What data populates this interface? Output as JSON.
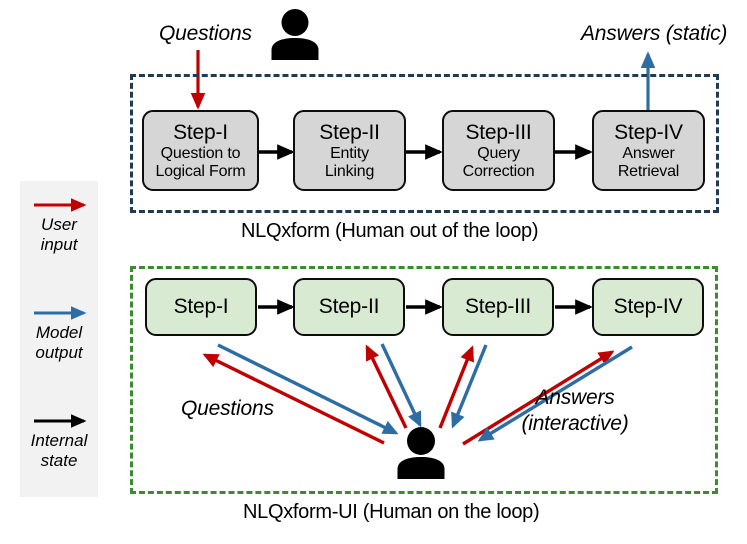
{
  "figure": {
    "title": "NLQxform vs NLQxform-UI pipeline comparison",
    "colors": {
      "user_input_arrow": "#c00000",
      "model_output_arrow": "#2e6da4",
      "internal_state_arrow": "#000000",
      "top_region_border": "#1f3c50",
      "bottom_region_border": "#3d8a31",
      "gray_box_fill": "#d6d6d6",
      "green_box_fill": "#d9ead3",
      "legend_panel_fill": "#f2f2f2"
    }
  },
  "legend": {
    "items": [
      {
        "label": "User\ninput",
        "color": "#c00000",
        "icon": "arrow-right-icon"
      },
      {
        "label": "Model\noutput",
        "color": "#2e6da4",
        "icon": "arrow-right-icon"
      },
      {
        "label": "Internal\nstate",
        "color": "#000000",
        "icon": "arrow-right-icon"
      }
    ]
  },
  "top_pipeline": {
    "caption": "NLQxform (Human out of the loop)",
    "input_label": "Questions",
    "output_label": "Answers (static)",
    "steps": [
      {
        "title": "Step-I",
        "subtitle": "Question to\nLogical Form"
      },
      {
        "title": "Step-II",
        "subtitle": "Entity\nLinking"
      },
      {
        "title": "Step-III",
        "subtitle": "Query\nCorrection"
      },
      {
        "title": "Step-IV",
        "subtitle": "Answer\nRetrieval"
      }
    ]
  },
  "bottom_pipeline": {
    "caption": "NLQxform-UI (Human on the loop)",
    "input_label": "Questions",
    "output_label": "Answers\n(interactive)",
    "steps": [
      {
        "title": "Step-I"
      },
      {
        "title": "Step-II"
      },
      {
        "title": "Step-III"
      },
      {
        "title": "Step-IV"
      }
    ]
  }
}
